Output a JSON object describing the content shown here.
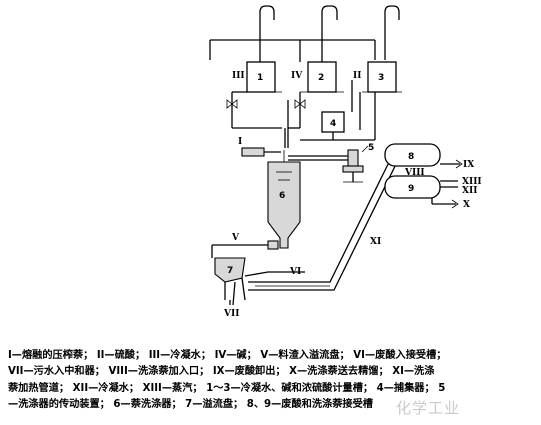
{
  "equipment_numbers": {
    "n1": "1",
    "n2": "2",
    "n3": "3",
    "n4": "4",
    "n5": "5",
    "n6": "6",
    "n7": "7",
    "n8": "8",
    "n9": "9"
  },
  "stream_labels": {
    "I": "I",
    "II": "II",
    "III": "III",
    "IV": "IV",
    "V": "V",
    "VI": "VI",
    "VII": "VII",
    "VIII": "VIII",
    "IX": "IX",
    "X": "X",
    "XI": "XI",
    "XII": "XII",
    "XIII": "XIII"
  },
  "caption": {
    "line1": "I—熔融的压榨萘；  II—硫酸；  III—冷凝水；  IV—碱；  V—料渣入溢流盘；  VI—废酸入接受槽；",
    "line2": "VII—污水入中和器；  VIII—洗涤萘加入口；  IX—废酸卸出；  X—洗涤萘送去精馏；  XI—洗涤",
    "line3": "萘加热管道；  XII—冷凝水；  XIII—蒸汽；  1～3—冷凝水、碱和浓硫酸计量槽；  4—捕集器；  5",
    "line4": "—洗涤器的传动装置；  6—萘洗涤器；  7—溢流盘；  8、9—废酸和洗涤萘接受槽"
  },
  "watermark": "化学工业"
}
